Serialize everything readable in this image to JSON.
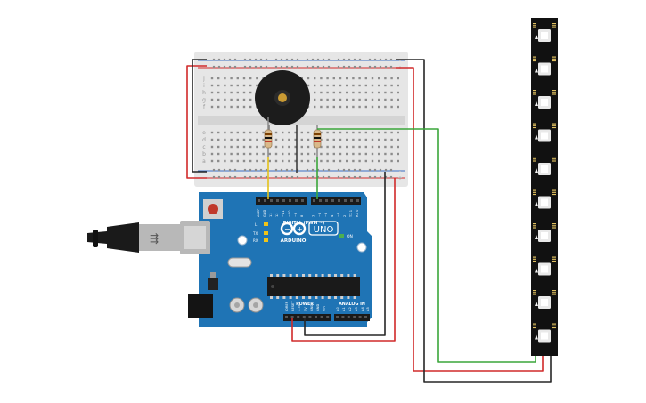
{
  "colors": {
    "background": "#ffffff",
    "breadboard": "#e6e6e6",
    "rail_red": "#d22b2b",
    "rail_blue": "#3a6fc4",
    "arduino_blue": "#1f74b5",
    "arduino_dark": "#155a8c",
    "header_black": "#1a1a1a",
    "wire_red": "#d12a2a",
    "wire_black": "#262626",
    "wire_green": "#3aa63a",
    "wire_yellow": "#e3c21a",
    "usb_grey": "#b8b8b8",
    "buzzer_black": "#1c1c1c",
    "led_strip": "#111111",
    "led_pixel": "#e9e9e9",
    "arrow_white": "#f2f2f2",
    "reset_red": "#c0392b",
    "on_led_green": "#4caf50"
  },
  "breadboard": {
    "row_letters_top": [
      "j",
      "i",
      "h",
      "g",
      "f"
    ],
    "row_letters_bottom": [
      "e",
      "d",
      "c",
      "b",
      "a"
    ],
    "rail_signs": [
      "-",
      "+"
    ]
  },
  "arduino": {
    "digital_label": "DIGITAL (PWM ~)",
    "analog_label": "ANALOG IN",
    "power_label": "POWER",
    "brand_label": "ARDUINO",
    "model_label": "UNO",
    "on_label": "ON",
    "led_labels": [
      "L",
      "TX",
      "RX"
    ],
    "top_pins": [
      "AREF",
      "GND",
      "13",
      "12",
      "~11",
      "~10",
      "~9",
      "8",
      "7",
      "~6",
      "~5",
      "4",
      "~3",
      "2",
      "TX 1",
      "RX 0"
    ],
    "power_pins": [
      "IOREF",
      "RESET",
      "3.3V",
      "5V",
      "GND",
      "GND",
      "Vin"
    ],
    "analog_pins": [
      "A0",
      "A1",
      "A2",
      "A3",
      "A4",
      "A5"
    ]
  },
  "led_strip": {
    "pixel_count": 10
  }
}
